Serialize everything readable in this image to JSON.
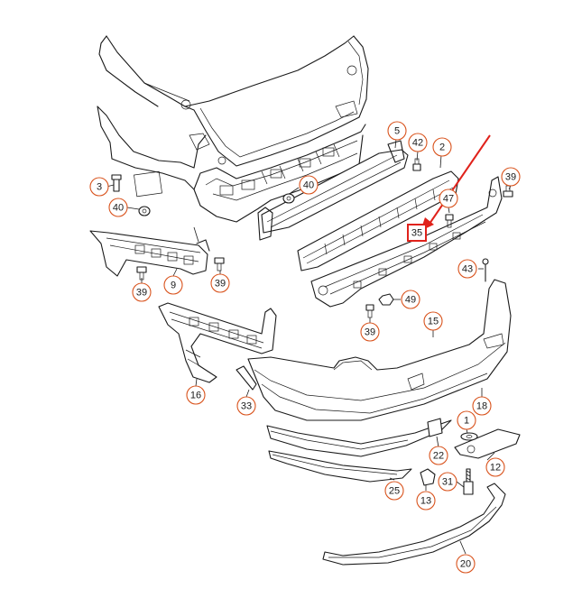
{
  "diagram": {
    "accent_color": "#d9541e",
    "highlight_color": "#e0221b",
    "labels": [
      {
        "id": "3",
        "text": "3"
      },
      {
        "id": "40a",
        "text": "40"
      },
      {
        "id": "40b",
        "text": "40"
      },
      {
        "id": "5",
        "text": "5"
      },
      {
        "id": "42",
        "text": "42"
      },
      {
        "id": "2",
        "text": "2"
      },
      {
        "id": "39a",
        "text": "39"
      },
      {
        "id": "47",
        "text": "47"
      },
      {
        "id": "35",
        "text": "35"
      },
      {
        "id": "43",
        "text": "43"
      },
      {
        "id": "49",
        "text": "49"
      },
      {
        "id": "39b",
        "text": "39"
      },
      {
        "id": "9",
        "text": "9"
      },
      {
        "id": "39c",
        "text": "39"
      },
      {
        "id": "39d",
        "text": "39"
      },
      {
        "id": "15",
        "text": "15"
      },
      {
        "id": "16",
        "text": "16"
      },
      {
        "id": "33",
        "text": "33"
      },
      {
        "id": "18",
        "text": "18"
      },
      {
        "id": "1",
        "text": "1"
      },
      {
        "id": "22",
        "text": "22"
      },
      {
        "id": "12",
        "text": "12"
      },
      {
        "id": "31",
        "text": "31"
      },
      {
        "id": "25",
        "text": "25"
      },
      {
        "id": "13",
        "text": "13"
      },
      {
        "id": "20",
        "text": "20"
      }
    ]
  }
}
